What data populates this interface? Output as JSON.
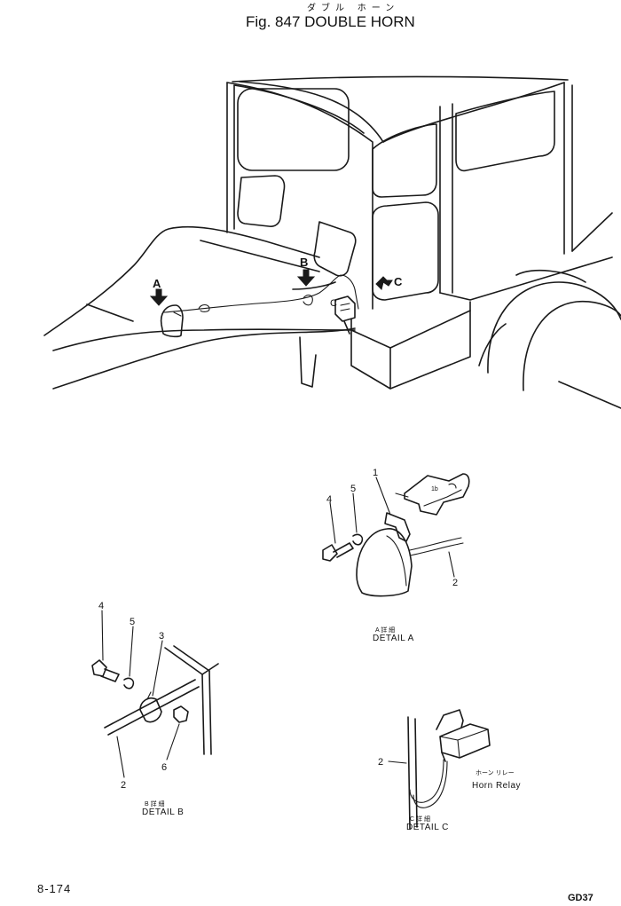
{
  "figure": {
    "kana_title": "ダブル ホーン",
    "title": "Fig. 847 DOUBLE HORN"
  },
  "view_arrows": {
    "a": "A",
    "b": "B",
    "c": "C"
  },
  "callouts": {
    "main_c": "C",
    "detail_a": {
      "p1": "1",
      "p2": "2",
      "p4": "4",
      "p5": "5",
      "bracket": "1b"
    },
    "detail_b": {
      "p2": "2",
      "p3": "3",
      "p4": "4",
      "p5": "5",
      "p6": "6"
    },
    "detail_c": {
      "p2": "2"
    }
  },
  "details": {
    "a": {
      "jp": "A 詳 細",
      "label": "DETAIL A"
    },
    "b": {
      "jp": "B 詳 細",
      "label": "DETAIL B"
    },
    "c": {
      "jp": "C 詳 細",
      "label": "DETAIL C"
    }
  },
  "horn_relay": {
    "jp": "ホーン リレー",
    "label": "Horn Relay"
  },
  "page_number": "8-174",
  "model_code": "GD37"
}
